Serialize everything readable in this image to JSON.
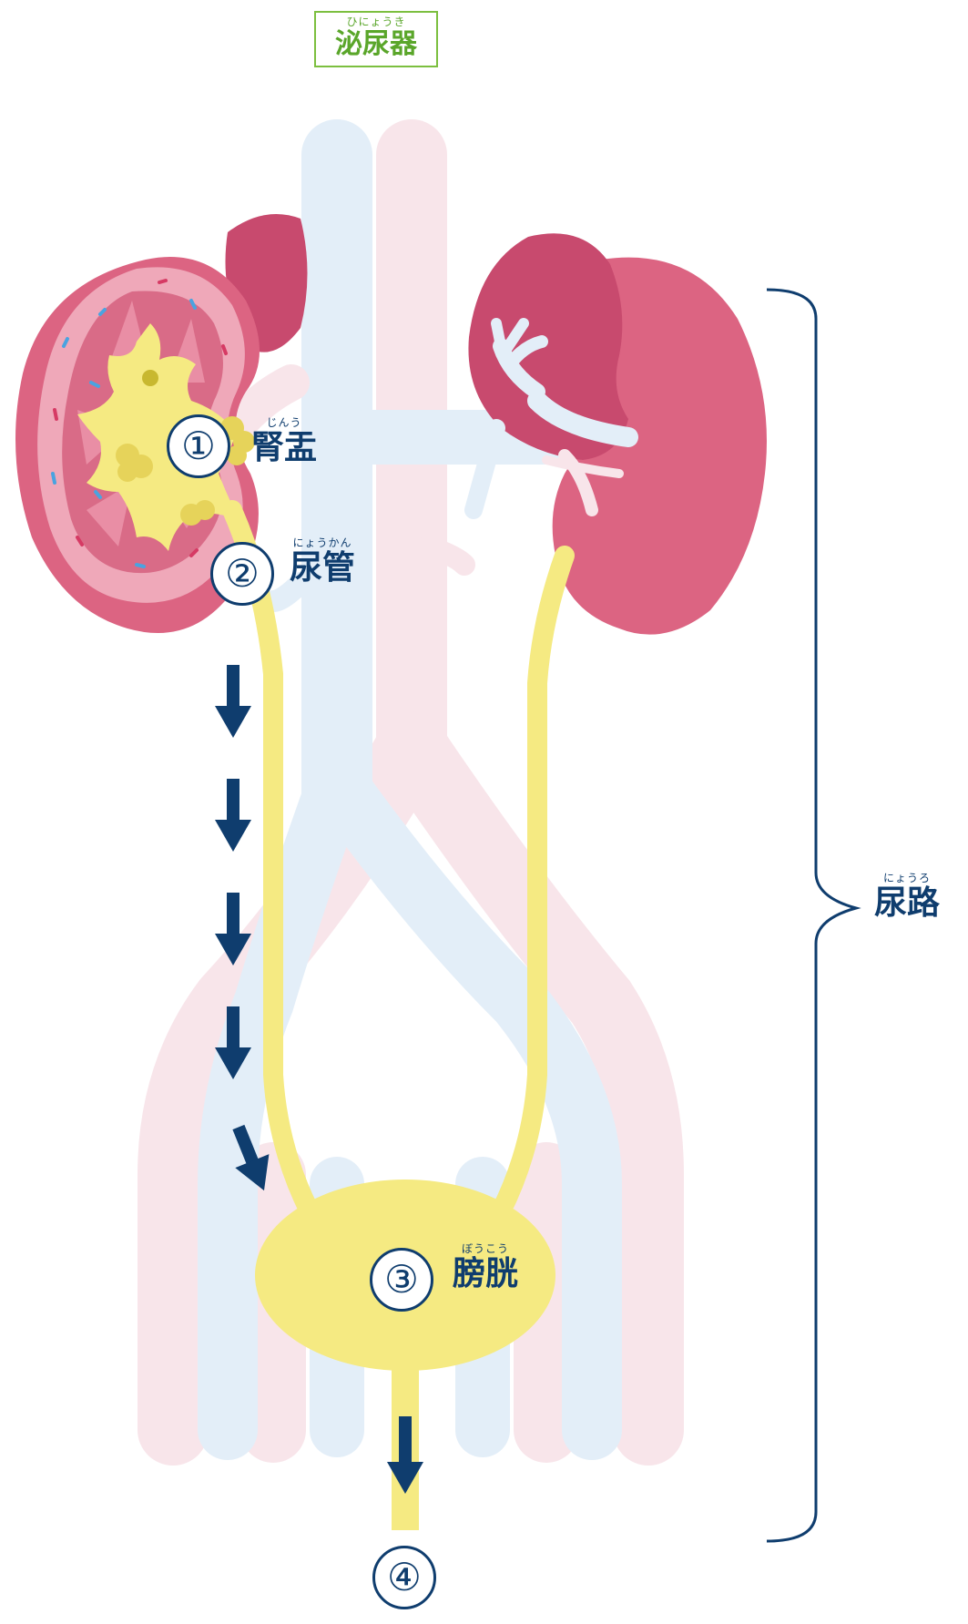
{
  "title": {
    "ruby": "ひにょうき",
    "text": "泌尿器"
  },
  "labels": {
    "renal_pelvis": {
      "number": "①",
      "ruby": "じんう",
      "text": "腎盂"
    },
    "ureter": {
      "number": "②",
      "ruby": "にょうかん",
      "text": "尿管"
    },
    "bladder": {
      "number": "③",
      "ruby": "ぼうこう",
      "text": "膀胱"
    },
    "urethra": {
      "number": "④"
    },
    "urinary_tract": {
      "ruby": "にょうろ",
      "text": "尿路"
    }
  },
  "colors": {
    "kidney": "#dc6482",
    "kidney_dark": "#c84a6e",
    "urine": "#f5ea82",
    "vein": "#e3eef8",
    "artery": "#f8e5ea",
    "arrow": "#0f3d6e",
    "title": "#5aa62a",
    "bracket": "#0f3d6e"
  }
}
